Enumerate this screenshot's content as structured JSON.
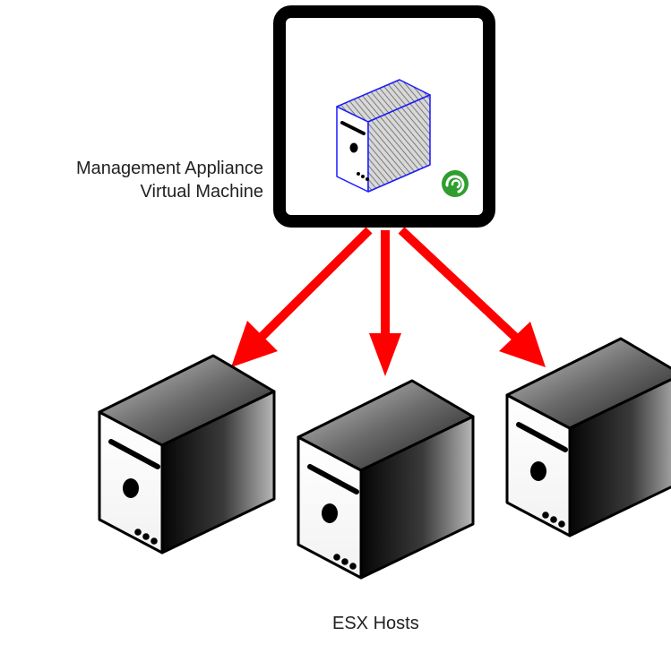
{
  "appliance": {
    "label_line1": "Management Appliance",
    "label_line2": "Virtual Machine",
    "icon": "virtual-server-icon",
    "badge_icon": "spiral-logo-icon",
    "frame_color": "#000000",
    "vm_outline_color": "#1a1aff",
    "badge_color": "#2f9e2f"
  },
  "connections": {
    "arrow_color": "#ff0000",
    "count": 3
  },
  "hosts": {
    "label": "ESX Hosts",
    "icon": "server-tower-icon",
    "count": 3
  }
}
